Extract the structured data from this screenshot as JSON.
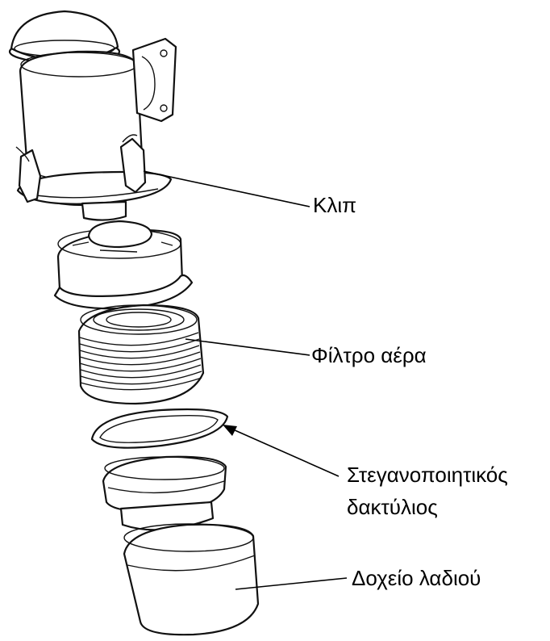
{
  "labels": {
    "clip": "Κλιπ",
    "air_filter": "Φίλτρο αέρα",
    "sealing_ring_line1": "Στεγανοποιητικός",
    "sealing_ring_line2": "δακτύλιος",
    "oil_container": "Δοχείο λαδιού"
  },
  "colors": {
    "line": "#111111",
    "background": "#ffffff"
  }
}
